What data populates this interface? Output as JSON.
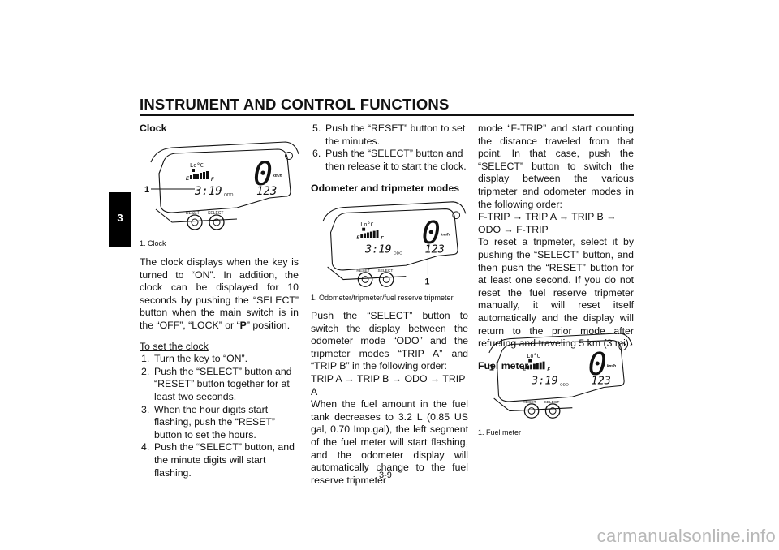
{
  "header": {
    "title": "INSTRUMENT AND CONTROL FUNCTIONS",
    "chapter": "3"
  },
  "page_number": "3-9",
  "watermark": "carmanualsonline.info",
  "meter": {
    "big_digit": "0",
    "speed_unit": "km/h",
    "clock": "3:19",
    "odo_label": "ODO",
    "odo": "123",
    "low_temp": "Lo°C",
    "fuel_e": "E",
    "fuel_f": "F",
    "reset": "RESET",
    "select": "SELECT",
    "callout": "1"
  },
  "col1": {
    "heading": "Clock",
    "caption": "1. Clock",
    "para1": "The clock displays when the key is turned to “ON”. In addition, the clock can be displayed for 10 seconds by pushing the “SELECT” button when the main switch is in the “OFF”, “LOCK” or “",
    "para1_symbol": "P",
    "para1_end": "” position.",
    "subheading": "To set the clock",
    "steps": [
      {
        "n": "1.",
        "t": "Turn the key to “ON”."
      },
      {
        "n": "2.",
        "t": "Push the “SELECT” button and “RESET” button together for at least two seconds."
      },
      {
        "n": "3.",
        "t": "When the hour digits start flashing, push the “RESET” button to set the hours."
      },
      {
        "n": "4.",
        "t": "Push the “SELECT” button, and the minute digits will start flashing."
      }
    ]
  },
  "col2": {
    "steps": [
      {
        "n": "5.",
        "t": "Push the “RESET” button to set the minutes."
      },
      {
        "n": "6.",
        "t": "Push the “SELECT” button and then release it to start the clock."
      }
    ],
    "heading": "Odometer and tripmeter modes",
    "caption": "1. Odometer/tripmeter/fuel reserve tripmeter",
    "para1": "Push the “SELECT” button to switch the display between the odometer mode “ODO” and the tripmeter modes “TRIP A” and “TRIP B” in the following order:",
    "order": "TRIP A → TRIP B → ODO → TRIP A",
    "para2": "When the fuel amount in the fuel tank decreases to 3.2 L (0.85 US gal, 0.70 Imp.gal), the left segment of the fuel meter will start flashing, and the odometer display will automatically change to the fuel reserve tripmeter"
  },
  "col3": {
    "para1": "mode “F-TRIP” and start counting the distance traveled from that point. In that case, push the “SELECT” button to switch the display between the various tripmeter and odometer modes in the following order:",
    "order": "F-TRIP → TRIP A → TRIP B → ODO → F-TRIP",
    "para2": "To reset a tripmeter, select it by pushing the “SELECT” button, and then push the “RESET” button for at least one second. If you do not reset the fuel reserve tripmeter manually, it will reset itself automatically and the display will return to the prior mode after refueling and traveling 5 km (3 mi).",
    "heading": "Fuel meter",
    "caption": "1. Fuel meter"
  }
}
